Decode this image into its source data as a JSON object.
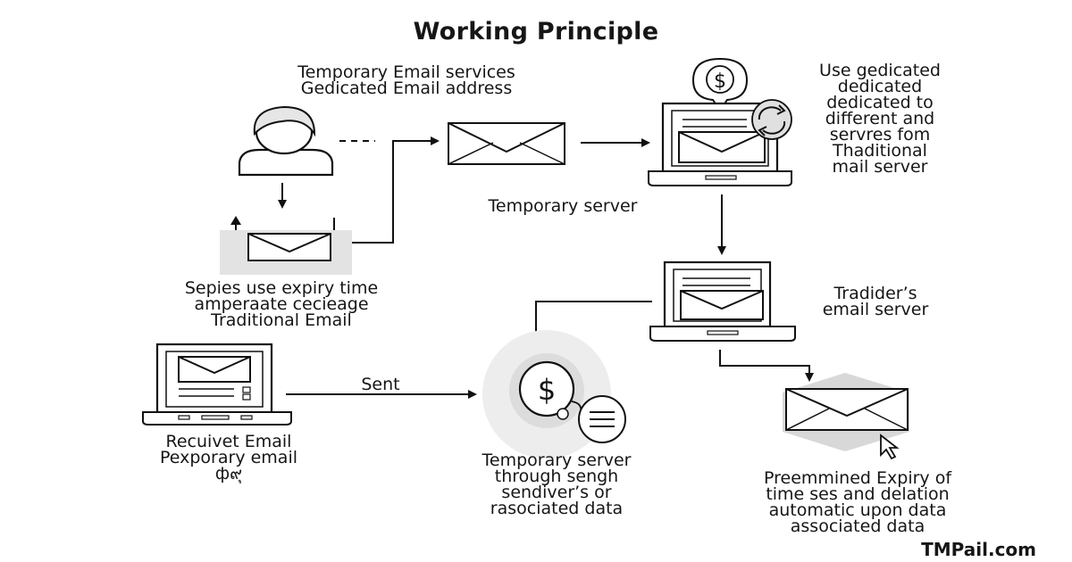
{
  "title": "Working Principle",
  "labels": {
    "temp_services": [
      "Temporary Email services",
      "Gedicated Email address"
    ],
    "dedicated": [
      "Use gedicated",
      "dedicated",
      "dedicated to",
      "different and",
      "servres fom",
      "Thaditional",
      "mail server"
    ],
    "temporary_server": "Temporary server",
    "expiry": [
      "Sepies use expiry time",
      "amperaate cecieage",
      "Traditional Email"
    ],
    "traders_server": [
      "Tradider’s",
      "email server"
    ],
    "sent": "Sent",
    "receiver": [
      "Recuivet Email",
      "Pexporary email",
      "ф๙ุ"
    ],
    "through": [
      "Temporary server",
      "through sengh",
      "sendiver’s or",
      "rasociated data"
    ],
    "expiry_deletion": [
      "Preemmined Expiry of",
      "time ses and delation",
      "automatic upon data",
      "associated data"
    ]
  },
  "brand": "TMPail.com",
  "icons": {
    "user": "user-avatar-icon",
    "dollar_bubble": "dollar-speech-bubble-icon",
    "refresh": "refresh-arrows-icon",
    "cursor": "mouse-pointer-icon",
    "chat": "chat-bubble-icon"
  }
}
